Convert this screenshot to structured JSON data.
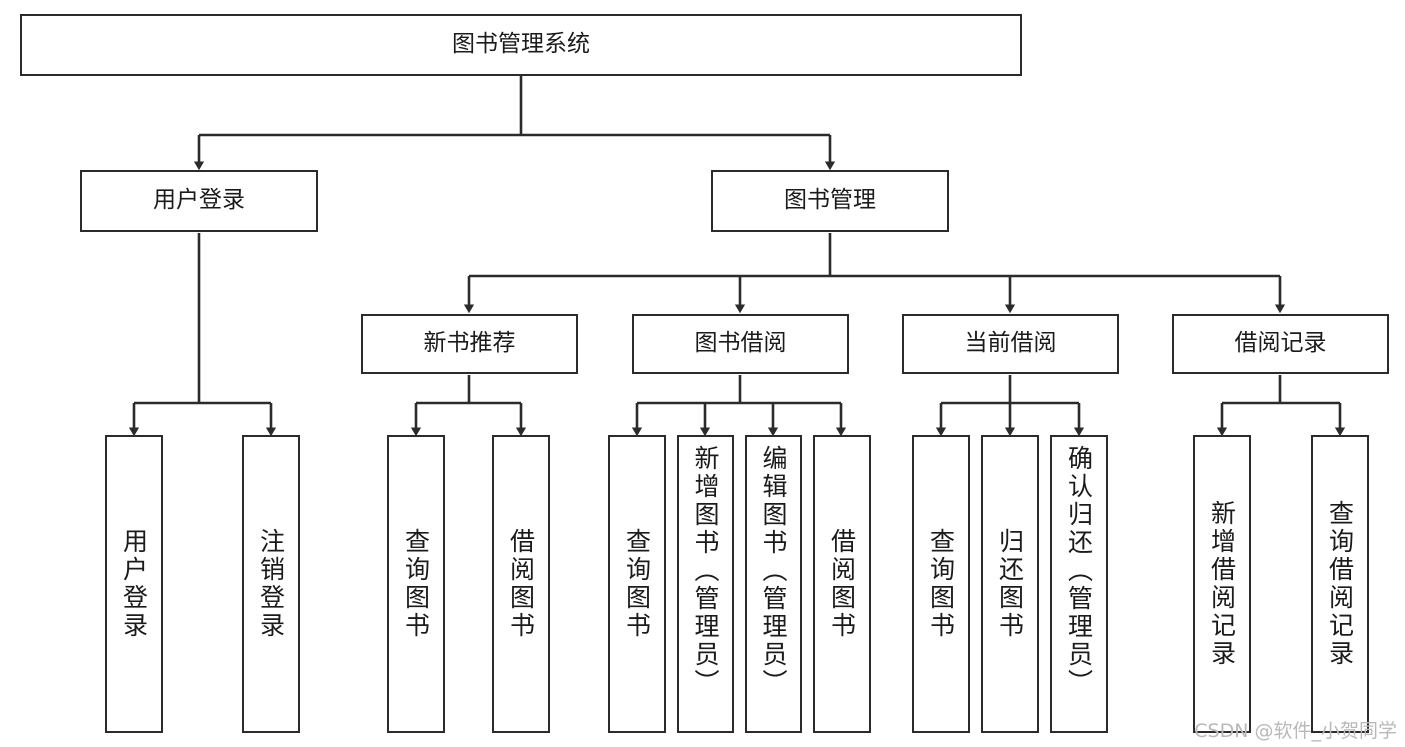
{
  "diagram": {
    "title": "图书管理系统",
    "type": "tree",
    "watermark": "CSDN @软件_小贺同学",
    "colors": {
      "stroke": "#2b2b2b",
      "fill": "#ffffff",
      "text": "#1b1b1b",
      "watermark": "#b9b9b9"
    }
  },
  "nodes": {
    "root": {
      "label": "图书管理系统",
      "level": 1
    },
    "l2": [
      {
        "id": "user-login",
        "label": "用户登录",
        "level": 2
      },
      {
        "id": "book-manage",
        "label": "图书管理",
        "level": 2
      }
    ],
    "l3": [
      {
        "id": "new-book-recommend",
        "label": "新书推荐",
        "level": 3,
        "parent": "book-manage"
      },
      {
        "id": "book-borrow",
        "label": "图书借阅",
        "level": 3,
        "parent": "book-manage"
      },
      {
        "id": "current-borrow",
        "label": "当前借阅",
        "level": 3,
        "parent": "book-manage"
      },
      {
        "id": "borrow-record",
        "label": "借阅记录",
        "level": 3,
        "parent": "book-manage"
      }
    ],
    "leaves": [
      {
        "id": "leaf-user-login",
        "label": "用户登录",
        "parent": "user-login"
      },
      {
        "id": "leaf-user-logout",
        "label": "注销登录",
        "parent": "user-login"
      },
      {
        "id": "leaf-query-book-1",
        "label": "查询图书",
        "parent": "new-book-recommend"
      },
      {
        "id": "leaf-borrow-book-1",
        "label": "借阅图书",
        "parent": "new-book-recommend"
      },
      {
        "id": "leaf-query-book-2",
        "label": "查询图书",
        "parent": "book-borrow"
      },
      {
        "id": "leaf-add-book",
        "label": "新增图书（管理员）",
        "parent": "book-borrow"
      },
      {
        "id": "leaf-edit-book",
        "label": "编辑图书（管理员）",
        "parent": "book-borrow"
      },
      {
        "id": "leaf-borrow-book-2",
        "label": "借阅图书",
        "parent": "book-borrow"
      },
      {
        "id": "leaf-query-book-3",
        "label": "查询图书",
        "parent": "current-borrow"
      },
      {
        "id": "leaf-return-book",
        "label": "归还图书",
        "parent": "current-borrow"
      },
      {
        "id": "leaf-confirm-return",
        "label": "确认归还（管理员）",
        "parent": "current-borrow"
      },
      {
        "id": "leaf-add-record",
        "label": "新增借阅记录",
        "parent": "borrow-record"
      },
      {
        "id": "leaf-query-record",
        "label": "查询借阅记录",
        "parent": "borrow-record"
      }
    ]
  }
}
